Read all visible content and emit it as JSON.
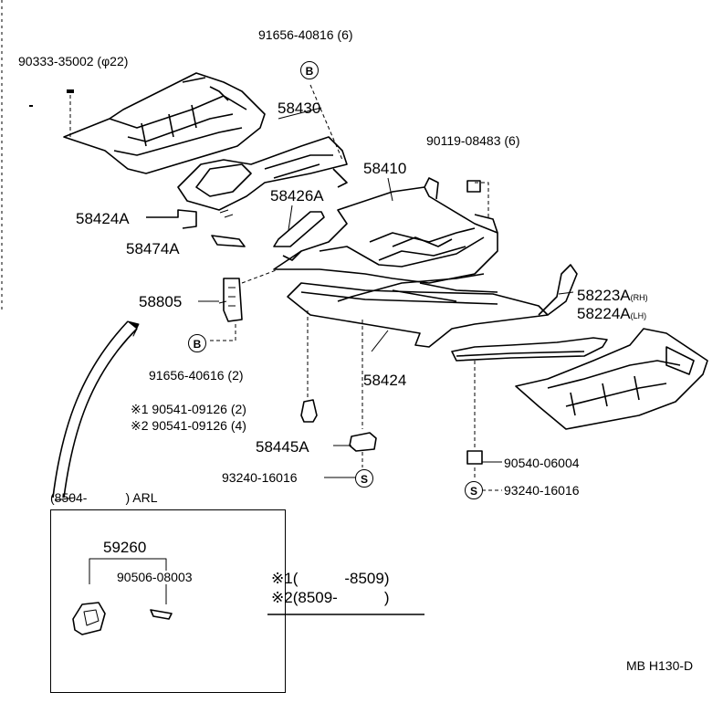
{
  "labels": {
    "p90333": "90333-35002 (φ22)",
    "p91656_40816": "91656-40816 (6)",
    "p58430": "58430",
    "p90119": "90119-08483 (6)",
    "p58410": "58410",
    "p58426A": "58426A",
    "p58424A": "58424A",
    "p58474A": "58474A",
    "p58805": "58805",
    "p58223A": "58223A",
    "p58223A_suffix": "(RH)",
    "p58224A": "58224A",
    "p58224A_suffix": "(LH)",
    "p91656_40616": "91656-40616 (2)",
    "p58424": "58424",
    "p90541_1": "※1 90541-09126 (2)",
    "p90541_2": "※2 90541-09126 (4)",
    "p58445A": "58445A",
    "p93240_left": "93240-16016",
    "p90540": "90540-06004",
    "p93240_right": "93240-16016",
    "p59260": "59260",
    "p90506": "90506-08003",
    "inset_header": "(8504-　　　) ARL",
    "note1": "※1(　　　-8509)",
    "note2": "※2(8509-　　　)",
    "code": "MB H130-D"
  },
  "markers": {
    "b1": "B",
    "b2": "B",
    "s1": "S",
    "s2": "S"
  }
}
